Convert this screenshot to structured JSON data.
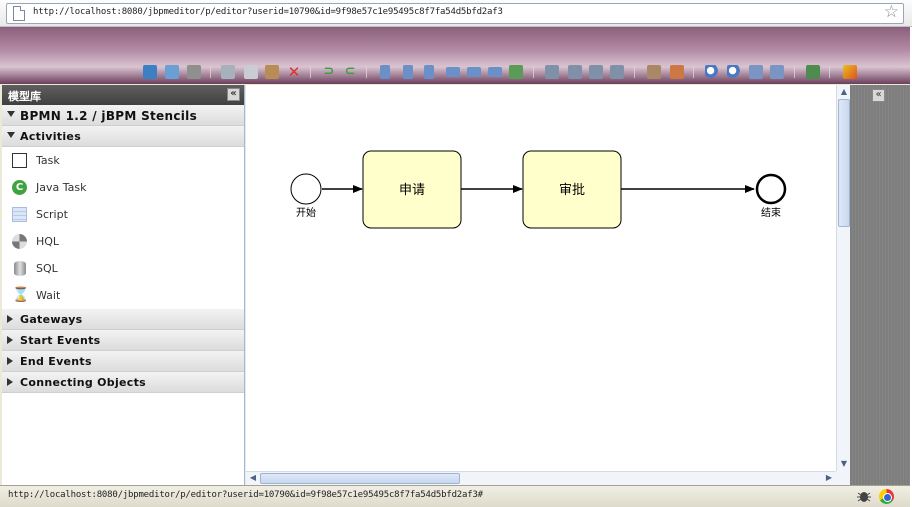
{
  "browser": {
    "url": "http://localhost:8080/jbpmeditor/p/editor?userid=10790&id=9f98e57c1e95495c8f7fa54d5bfd2af3"
  },
  "sidebar": {
    "title": "模型库",
    "stencil_set": "BPMN 1.2 / jBPM Stencils",
    "groups": [
      {
        "label": "Activities",
        "expanded": true
      },
      {
        "label": "Gateways",
        "expanded": false
      },
      {
        "label": "Start Events",
        "expanded": false
      },
      {
        "label": "End Events",
        "expanded": false
      },
      {
        "label": "Connecting Objects",
        "expanded": false
      }
    ],
    "items": [
      {
        "label": "Task",
        "icon": "task-icon"
      },
      {
        "label": "Java Task",
        "icon": "java-task-icon"
      },
      {
        "label": "Script",
        "icon": "script-icon"
      },
      {
        "label": "HQL",
        "icon": "hql-icon"
      },
      {
        "label": "SQL",
        "icon": "sql-icon"
      },
      {
        "label": "Wait",
        "icon": "wait-icon"
      }
    ]
  },
  "diagram": {
    "start_label": "开始",
    "task1_label": "申请",
    "task2_label": "审批",
    "end_label": "结束"
  },
  "status": {
    "text": "http://localhost:8080/jbpmeditor/p/editor?userid=10790&id=9f98e57c1e95495c8f7fa54d5bfd2af3#"
  },
  "colors": {
    "task_fill": "#ffffcc",
    "header_accent": "#8a5f7c",
    "sidebar_header": "#4a4a4a"
  }
}
